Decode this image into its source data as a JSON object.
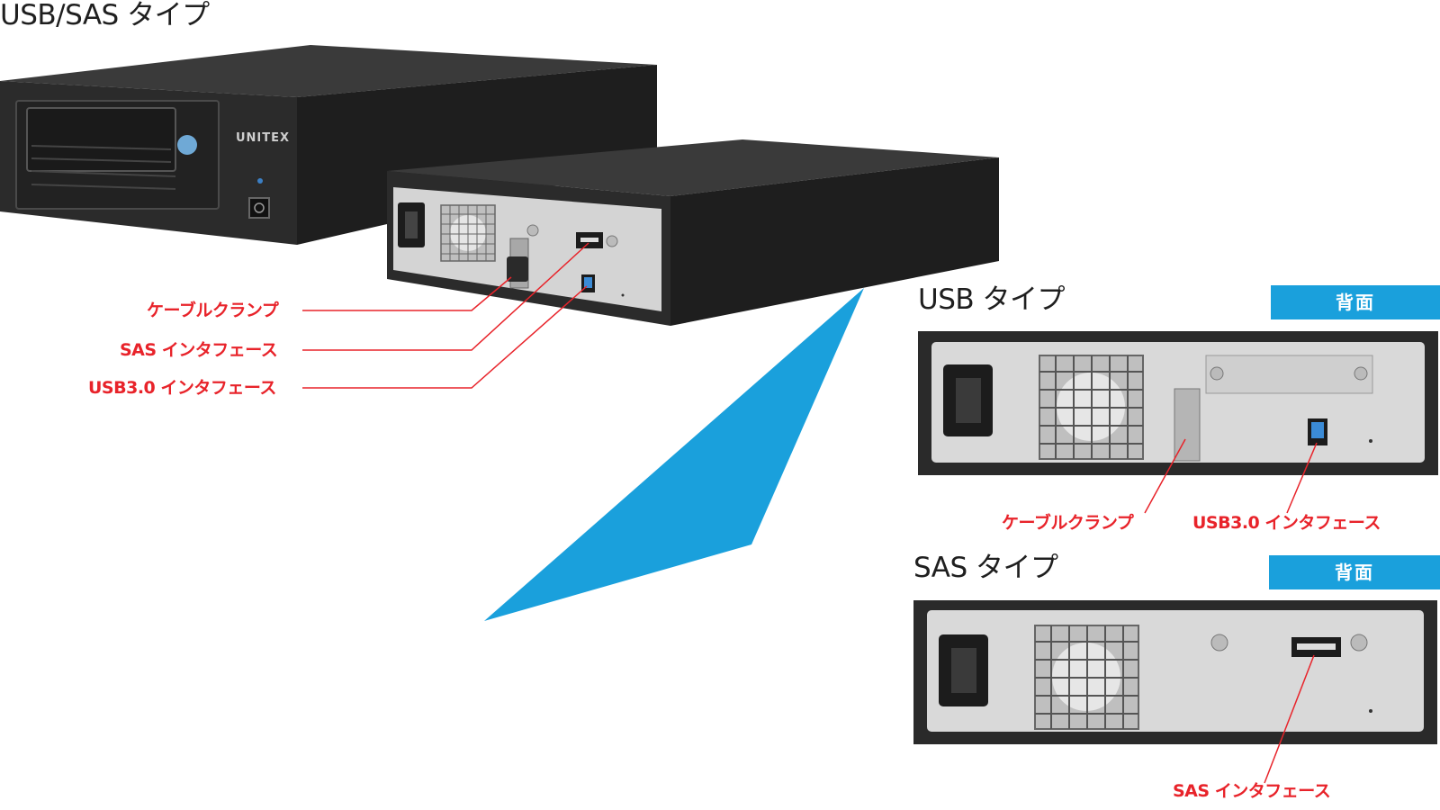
{
  "headings": {
    "main": "USB/SAS タイプ",
    "usb": "USB タイプ",
    "sas": "SAS タイプ"
  },
  "badges": {
    "usb_rear": "背面",
    "sas_rear": "背面"
  },
  "brand": {
    "logo": "UNITEX"
  },
  "callouts": {
    "cable_clamp": "ケーブルクランプ",
    "sas_interface": "SAS インタフェース",
    "usb_interface": "USB3.0 インタフェース",
    "usb_panel_cable_clamp": "ケーブルクランプ",
    "usb_panel_usb_interface": "USB3.0 インタフェース",
    "sas_panel_sas_interface": "SAS インタフェース"
  },
  "colors": {
    "callout": "#e8232a",
    "accent_blue": "#1aa0dc",
    "chassis": "#2a2a2a",
    "panel": "#d9d9d9"
  }
}
